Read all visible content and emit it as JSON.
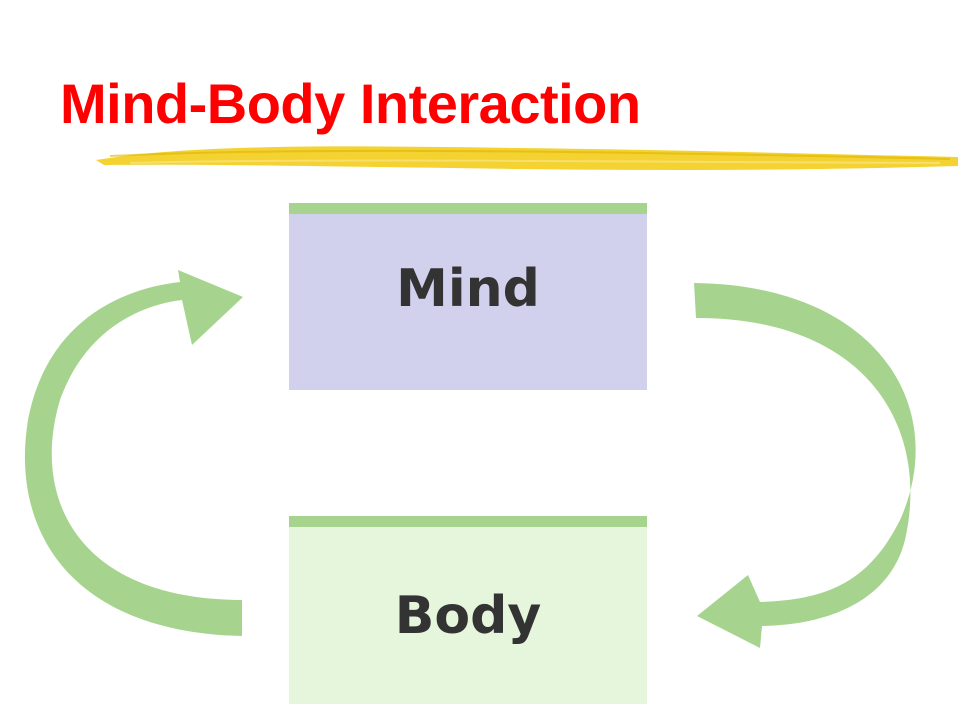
{
  "slide": {
    "title": "Mind-Body Interaction",
    "title_color": "#ff0000",
    "underline_color": "#f2cd1c"
  },
  "diagram": {
    "nodes": [
      {
        "id": "mind",
        "label": "Mind",
        "fill": "#d2d1ed",
        "stripe": "#a6d48f"
      },
      {
        "id": "body",
        "label": "Body",
        "fill": "#e5f6dc",
        "stripe": "#a6d48f"
      }
    ],
    "edges": [
      {
        "from": "mind",
        "to": "body",
        "side": "right",
        "shape": "curved-arrow",
        "color": "#a6d48f"
      },
      {
        "from": "body",
        "to": "mind",
        "side": "left",
        "shape": "curved-arrow",
        "color": "#a6d48f"
      }
    ]
  }
}
